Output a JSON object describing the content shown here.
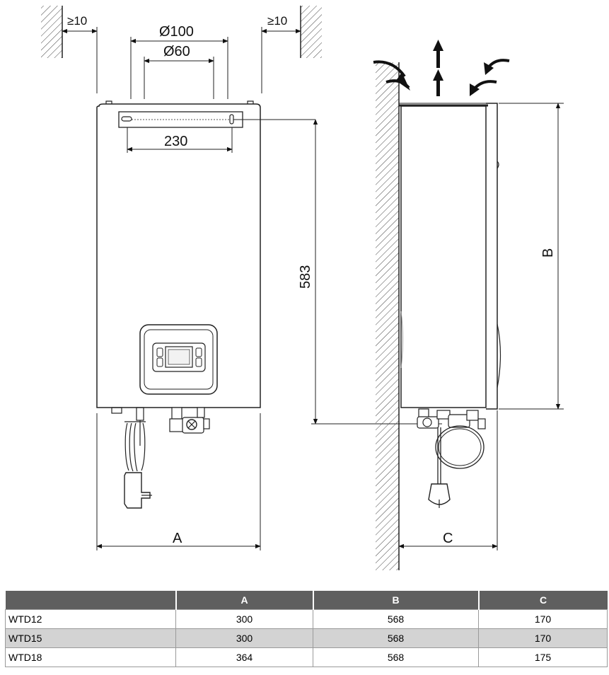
{
  "front_view": {
    "clearance_left": "≥10",
    "clearance_right": "≥10",
    "outer_diameter": "Ø100",
    "inner_diameter": "Ø60",
    "bracket_width": "230",
    "height_label": "583",
    "width_label": "A"
  },
  "side_view": {
    "height_label": "B",
    "depth_label": "C"
  },
  "table": {
    "headers": [
      "",
      "A",
      "B",
      "C"
    ],
    "rows": [
      [
        "WTD12",
        "300",
        "568",
        "170"
      ],
      [
        "WTD15",
        "300",
        "568",
        "170"
      ],
      [
        "WTD18",
        "364",
        "568",
        "175"
      ]
    ]
  },
  "colors": {
    "header_bg": "#5f5f5f",
    "shaded_row_bg": "#d3d3d3",
    "line": "#222222"
  }
}
